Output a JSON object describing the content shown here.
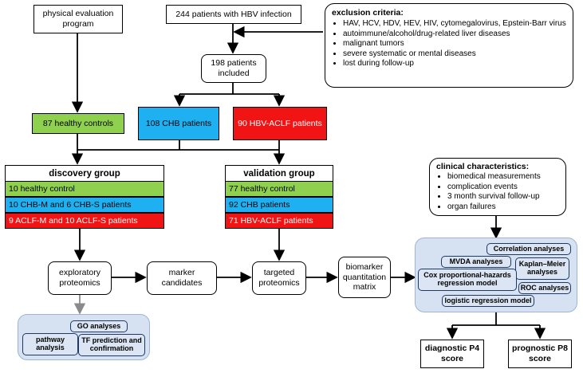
{
  "boxes": {
    "physical": "physical evaluation program",
    "patients": "244 patients with HBV infection",
    "included": "198 patients included",
    "chb": "108 CHB patients",
    "aclf": "90 HBV-ACLF patients",
    "healthy": "87 healthy controls",
    "exploratory": "exploratory proteomics",
    "marker": "marker candidates",
    "targeted": "targeted proteomics",
    "matrix": "biomarker quantitation matrix",
    "diagnostic": "diagnostic P4 score",
    "prognostic": "prognostic P8 score"
  },
  "exclusion": {
    "title": "exclusion criteria:",
    "items": [
      "HAV, HCV, HDV, HEV, HIV, cytomegalovirus, Epstein-Barr virus",
      "autoimmune/alcohol/drug-related liver diseases",
      "malignant tumors",
      "severe systematic or mental diseases",
      "lost during follow-up"
    ]
  },
  "clinical": {
    "title": "clinical characteristics:",
    "items": [
      "biomedical measurements",
      "complication events",
      "3 month survival follow-up",
      "organ failures"
    ]
  },
  "discovery": {
    "title": "discovery group",
    "rows": [
      "10 healthy control",
      "10 CHB-M and 6 CHB-S patients",
      "9 ACLF-M and 10 ACLF-S patients"
    ]
  },
  "validation": {
    "title": "validation group",
    "rows": [
      "77 healthy control",
      "92 CHB patients",
      "71 HBV-ACLF patients"
    ]
  },
  "go_panel": {
    "go": "GO analyses",
    "pathway": "pathway analysis",
    "tf": "TF prediction and confirmation"
  },
  "stats_panel": {
    "correlation": "Correlation analyses",
    "mvda": "MVDA analyses",
    "km": "Kaplan–Meier analyses",
    "cox": "Cox proportional-hazards regression model",
    "roc": "ROC analyses",
    "logistic": "logistic regression model"
  }
}
